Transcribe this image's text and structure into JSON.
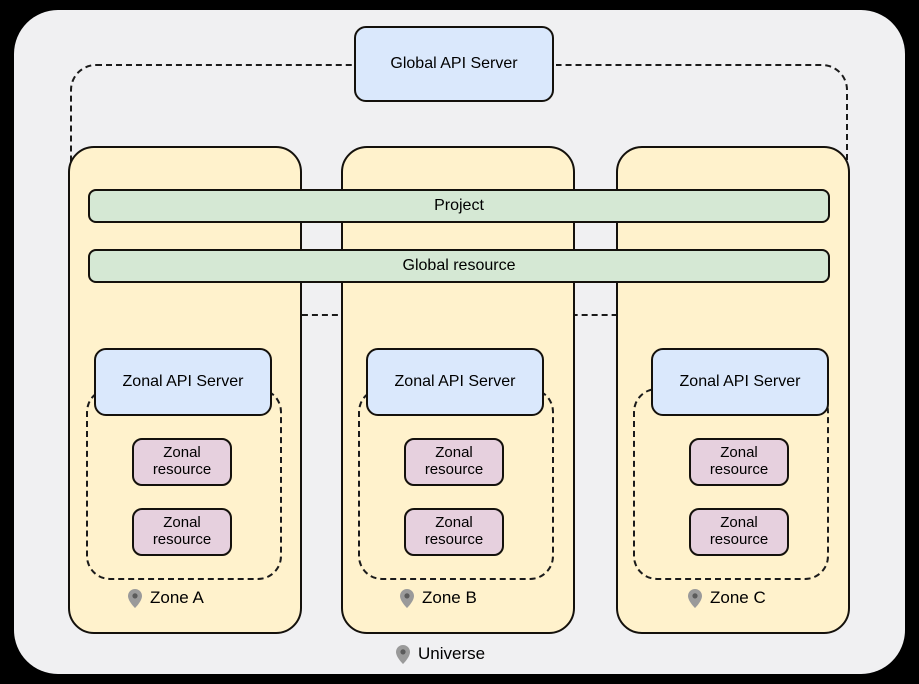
{
  "diagram": {
    "title": "Universe",
    "colors": {
      "page_background": "#000000",
      "panel_background": "#f0f0f2",
      "zone_fill": "#fff2cc",
      "global_bar_fill": "#d5e8d4",
      "api_server_fill": "#dae8fc",
      "zonal_resource_fill": "#e6d0de",
      "stroke": "#14110c",
      "dashed_stroke": "#1b1b1b",
      "pin_icon": "#9a9a9a"
    },
    "global_api_server": {
      "label": "Global API Server"
    },
    "global_bars": [
      {
        "label": "Project"
      },
      {
        "label": "Global resource"
      }
    ],
    "zones": [
      {
        "id": "zone-a",
        "label": "Zone A",
        "api_server": "Zonal API Server",
        "resources": [
          {
            "line1": "Zonal",
            "line2": "resource"
          },
          {
            "line1": "Zonal",
            "line2": "resource"
          }
        ]
      },
      {
        "id": "zone-b",
        "label": "Zone B",
        "api_server": "Zonal API Server",
        "resources": [
          {
            "line1": "Zonal",
            "line2": "resource"
          },
          {
            "line1": "Zonal",
            "line2": "resource"
          }
        ]
      },
      {
        "id": "zone-c",
        "label": "Zone C",
        "api_server": "Zonal API Server",
        "resources": [
          {
            "line1": "Zonal",
            "line2": "resource"
          },
          {
            "line1": "Zonal",
            "line2": "resource"
          }
        ]
      }
    ],
    "universe_label": "Universe",
    "icons": {
      "pin": "map-pin-icon"
    }
  }
}
